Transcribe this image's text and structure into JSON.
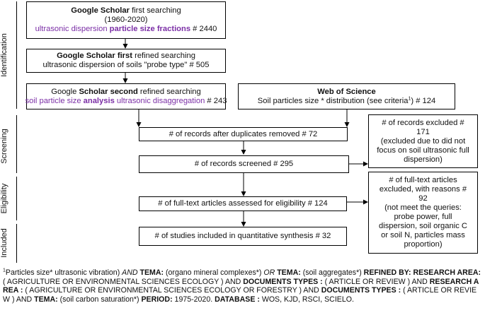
{
  "phases": {
    "identification": "Identification",
    "screening": "Screening",
    "eligibility": "Eligibility",
    "included": "Included"
  },
  "colors": {
    "accent": "#7b2fa6",
    "border": "#000000"
  },
  "boxes": {
    "gs_first": {
      "l1_bold": "Google Scholar",
      "l1_rest": " first searching",
      "l2": "(1960-2020)",
      "l3_a": "ultrasonic dispersion ",
      "l3_b": "particle size fractions",
      "l3_c": " # 2440"
    },
    "gs_refined": {
      "l1_bold": "Google Scholar first",
      "l1_rest": " refined searching",
      "l2": "ultrasonic dispersion of soils \"probe type\" # 505"
    },
    "gs_second": {
      "l1_a": "Google ",
      "l1_bold": "Scholar second",
      "l1_rest": " refined searching",
      "l2_a": "soil particle size ",
      "l2_b": "analysis",
      "l2_c": " ultrasonic disaggregation",
      "l2_d": " # 243"
    },
    "wos": {
      "l1": "Web of Science",
      "l2_a": "Soil particles size * distribution (see criteria",
      "l2_sup": "1",
      "l2_b": ") # 124"
    },
    "duplicates": {
      "text": "# of records after duplicates removed # 72"
    },
    "screened": {
      "text": "# of records screened # 295"
    },
    "excluded_records": {
      "lines": [
        "# of records excluded #",
        "171",
        "(excluded due to did not",
        "focus on soil ultrasonic full",
        "dispersion)"
      ]
    },
    "fulltext": {
      "text": "# of full-text articles assessed for eligibility # 124"
    },
    "excluded_fulltext": {
      "lines": [
        "# of full-text articles",
        "excluded, with reasons #",
        "92",
        "(not meet the queries:",
        "probe power, full",
        "dispersion, soil organic C",
        "or soil N, particles mass",
        "proportion)"
      ]
    },
    "included": {
      "text": "# of  studies included in quantitative synthesis # 32"
    }
  },
  "footnote": {
    "sup": "1",
    "t1": "Particles size* ultrasonic vibration) ",
    "t2": "AND",
    "t3": " ",
    "t4": "TEMA:",
    "t5": " (organo mineral complexes*) ",
    "t6": "OR",
    "t7": " ",
    "t8": "TEMA:",
    "t9": " (soil aggregates*) ",
    "t10": "REFINED BY: RESEARCH AREA:",
    "t11": " ( AGRICULTURE OR ENVIRONMENTAL SCIENCES ECOLOGY ) AND ",
    "t12": "DOCUMENTS TYPES :",
    "t13": " ( ARTICLE OR REVIEW ) AND  ",
    "t14": "RESEARCH AREA :",
    "t15": " ( AGRICULTURE OR ENVIRONMENTAL SCIENCES ECOLOGY OR FORESTRY ) AND  ",
    "t16": "DOCUMENTS TYPES :",
    "t17": " ( ARTICLE OR REVIEW ) AND ",
    "t18": "TEMA:",
    "t19": " (soil carbon saturation*) ",
    "t20": "PERIOD:",
    "t21": " 1975-2020. ",
    "t22": "DATABASE :",
    "t23": "  WOS, KJD, RSCI, SCIELO."
  }
}
